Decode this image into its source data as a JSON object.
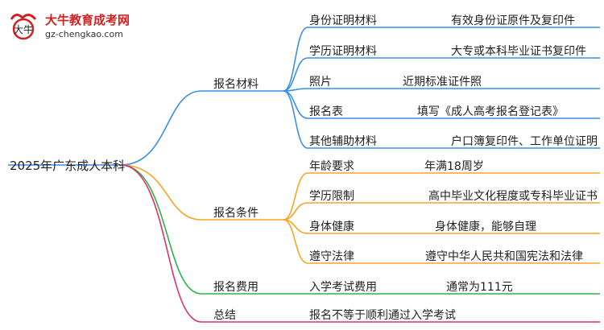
{
  "logo": {
    "site_name": "大牛教育成考网",
    "url": "gz-chengkao.com",
    "mark": "大牛"
  },
  "root": "2025年广东成人本科",
  "branches": [
    {
      "label": "报名材料",
      "color": "#3a8ee6",
      "children": [
        {
          "label": "身份证明材料",
          "value": "有效身份证原件及复印件"
        },
        {
          "label": "学历证明材料",
          "value": "大专或本科毕业证书复印件"
        },
        {
          "label": "照片",
          "value": "近期标准证件照"
        },
        {
          "label": "报名表",
          "value": "填写《成人高考报名登记表》"
        },
        {
          "label": "其他辅助材料",
          "value": "户口簿复印件、工作单位证明"
        }
      ]
    },
    {
      "label": "报名条件",
      "color": "#f5a623",
      "children": [
        {
          "label": "年龄要求",
          "value": "年满18周岁"
        },
        {
          "label": "学历限制",
          "value": "高中毕业文化程度或专科毕业证书"
        },
        {
          "label": "身体健康",
          "value": "身体健康，能够自理"
        },
        {
          "label": "遵守法律",
          "value": "遵守中华人民共和国宪法和法律"
        }
      ]
    },
    {
      "label": "报名费用",
      "color": "#2db24a",
      "children": [
        {
          "label": "入学考试费用",
          "value": "通常为111元"
        }
      ]
    },
    {
      "label": "总结",
      "color": "#e0306a",
      "children": [
        {
          "label": "报名不等于顺利通过入学考试",
          "value": ""
        }
      ]
    }
  ]
}
